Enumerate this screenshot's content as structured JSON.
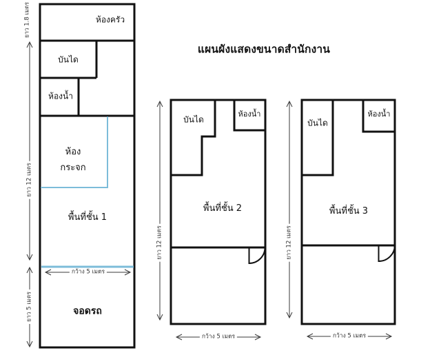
{
  "title": "แผนผังแสดงขนาดสำนักงาน",
  "colors": {
    "wall": "#111111",
    "glass_blue": "#7cbcd9",
    "dimension": "#3a3a3a"
  },
  "floor1": {
    "rooms": {
      "kitchen": "ห้องครัว",
      "stairs": "บันได",
      "bathroom": "ห้องน้ำ",
      "glass_line1": "ห้อง",
      "glass_line2": "กระจก",
      "area": "พื้นที่ชั้น 1",
      "parking": "จอดรถ"
    },
    "dimensions": {
      "kitchen_length": "ยาว 1.8 เมตร",
      "main_length": "ยาว 12 เมตร",
      "parking_length": "ยาว 5 เมตร",
      "width": "กว้าง 5 เมตร"
    }
  },
  "floor2": {
    "rooms": {
      "stairs": "บันได",
      "bathroom": "ห้องน้ำ",
      "area": "พื้นที่ชั้น 2"
    },
    "dimensions": {
      "length": "ยาว 12 เมตร",
      "width": "กว้าง 5 เมตร"
    }
  },
  "floor3": {
    "rooms": {
      "stairs": "บันได",
      "bathroom": "ห้องน้ำ",
      "area": "พื้นที่ชั้น 3"
    },
    "dimensions": {
      "length": "ยาว 12 เมตร",
      "width": "กว้าง 5 เมตร"
    }
  }
}
